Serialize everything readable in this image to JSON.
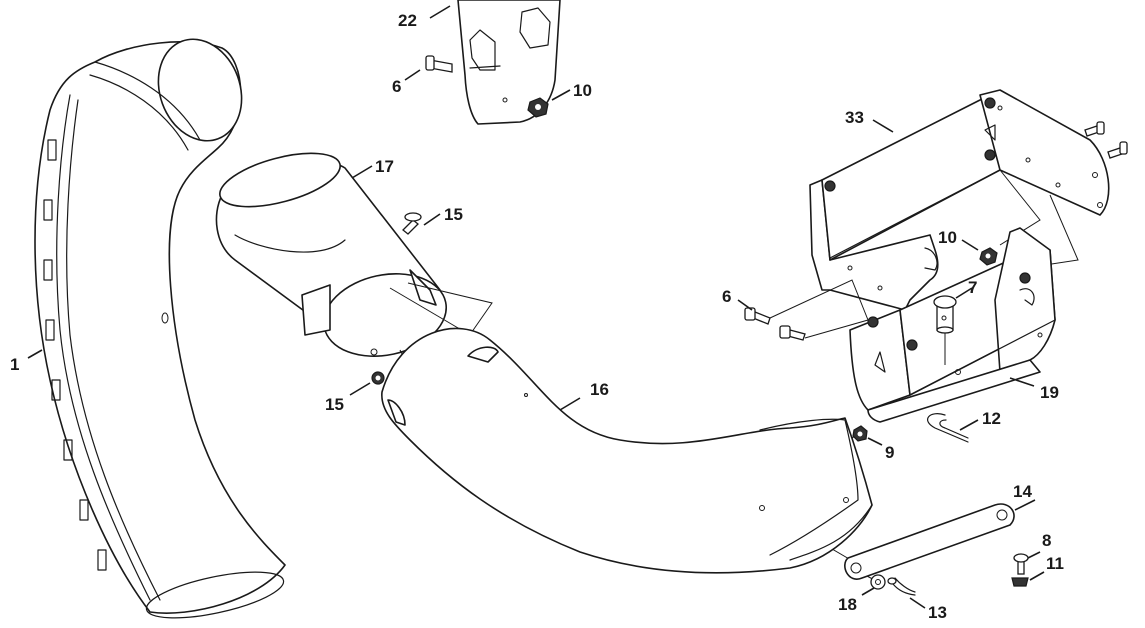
{
  "diagram": {
    "callouts": {
      "c1": "1",
      "c22": "22",
      "c6a": "6",
      "c10a": "10",
      "c17": "17",
      "c15a": "15",
      "c15b": "15",
      "c16": "16",
      "c33": "33",
      "c10b": "10",
      "c6b": "6",
      "c7": "7",
      "c19": "19",
      "c12": "12",
      "c9": "9",
      "c14": "14",
      "c8": "8",
      "c11": "11",
      "c18": "18",
      "c13": "13"
    }
  }
}
